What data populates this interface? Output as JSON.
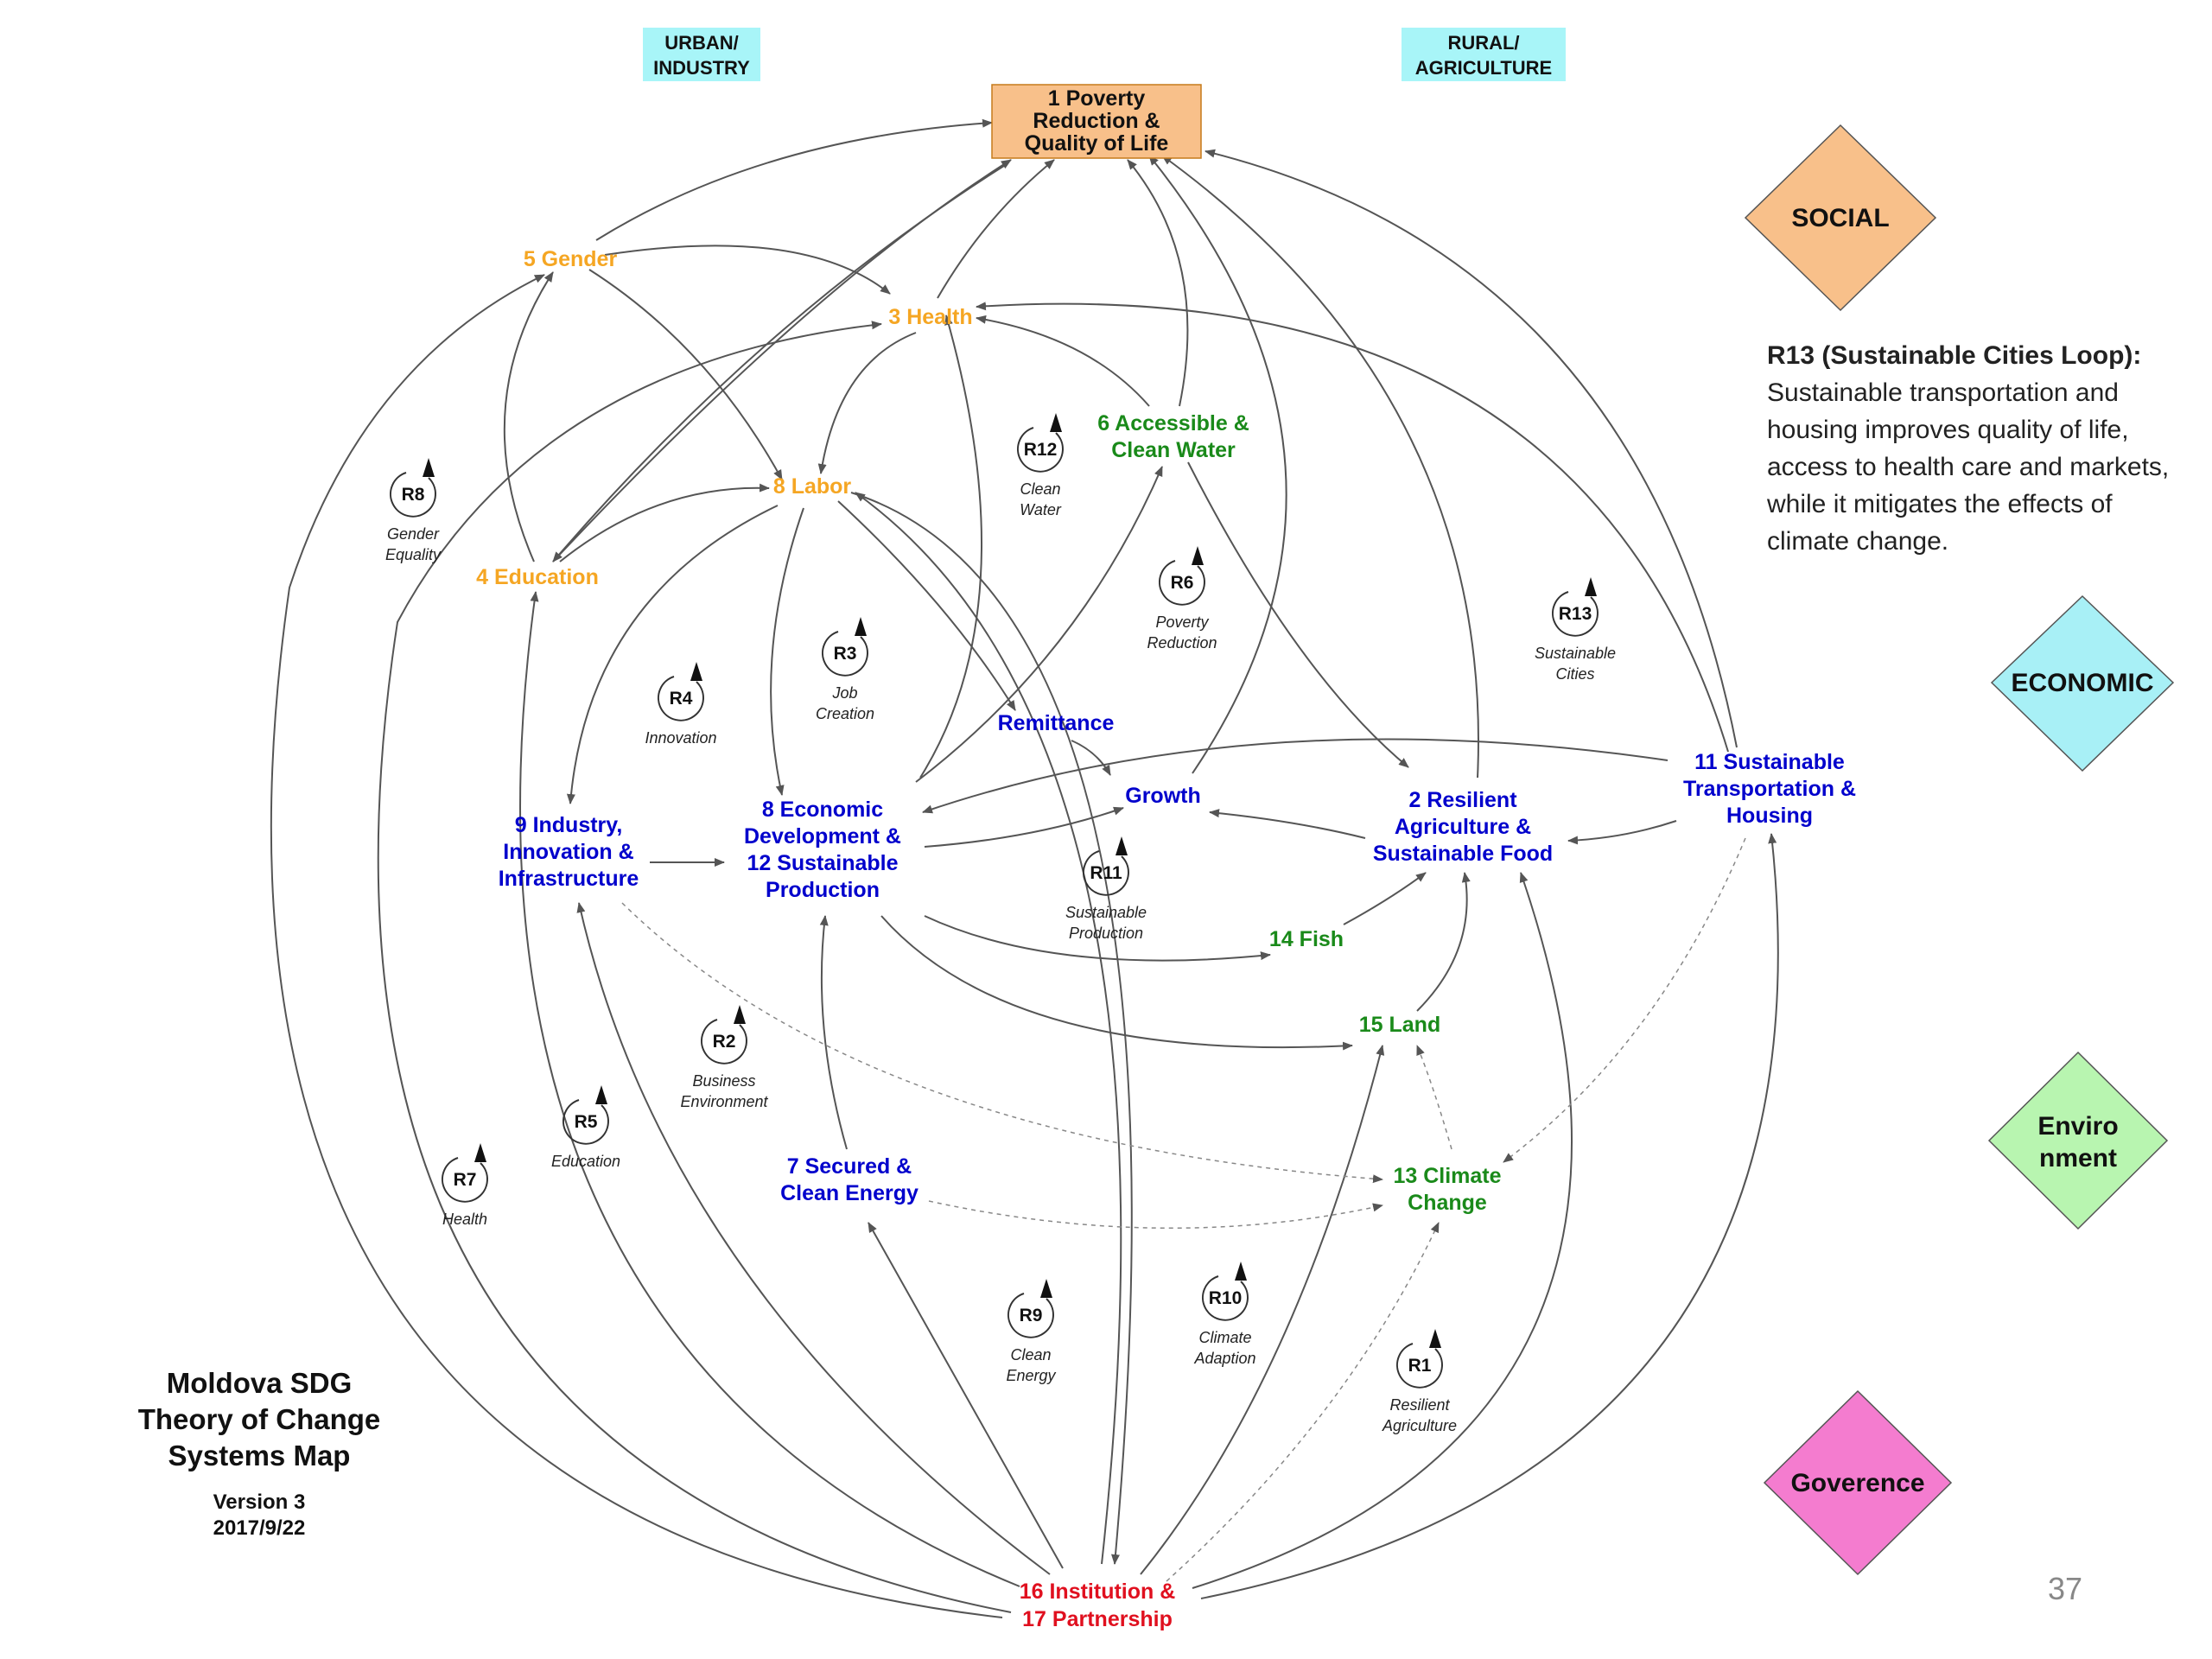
{
  "headers": {
    "urban": [
      "URBAN/",
      "INDUSTRY"
    ],
    "rural": [
      "RURAL/",
      "AGRICULTURE"
    ]
  },
  "colors": {
    "social": "#f5a623",
    "social_fill": "#f8c08a",
    "economic": "#0000cc",
    "economic_fill": "#a8f0f6",
    "environment": "#1a8a1a",
    "environment_fill": "#b8f5b0",
    "governance": "#e0101f",
    "governance_fill": "#f47ccf",
    "header_fill": "#a8f5f8"
  },
  "nodes": {
    "n1": [
      "1 Poverty",
      "Reduction &",
      "Quality of Life"
    ],
    "n5": [
      "5 Gender"
    ],
    "n3": [
      "3 Health"
    ],
    "n8l": [
      "8 Labor"
    ],
    "n4": [
      "4 Education"
    ],
    "n6": [
      "6 Accessible &",
      "Clean Water"
    ],
    "n9": [
      "9 Industry,",
      "Innovation &",
      "Infrastructure"
    ],
    "n8e": [
      "8 Economic",
      "Development &",
      "12 Sustainable",
      "Production"
    ],
    "remit": [
      "Remittance"
    ],
    "growth": [
      "Growth"
    ],
    "n2": [
      "2 Resilient",
      "Agriculture &",
      "Sustainable Food"
    ],
    "n11": [
      "11 Sustainable",
      "Transportation &",
      "Housing"
    ],
    "n14": [
      "14 Fish"
    ],
    "n15": [
      "15 Land"
    ],
    "n7": [
      "7 Secured &",
      "Clean Energy"
    ],
    "n13": [
      "13 Climate",
      "Change"
    ],
    "n16": [
      "16 Institution &",
      "17 Partnership"
    ]
  },
  "loops": [
    {
      "id": "R8",
      "caption": [
        "Gender",
        "Equality"
      ]
    },
    {
      "id": "R12",
      "caption": [
        "Clean",
        "Water"
      ]
    },
    {
      "id": "R6",
      "caption": [
        "Poverty",
        "Reduction"
      ]
    },
    {
      "id": "R13",
      "caption": [
        "Sustainable",
        "Cities"
      ]
    },
    {
      "id": "R3",
      "caption": [
        "Job",
        "Creation"
      ]
    },
    {
      "id": "R4",
      "caption": [
        "Innovation"
      ]
    },
    {
      "id": "R11",
      "caption": [
        "Sustainable",
        "Production"
      ]
    },
    {
      "id": "R2",
      "caption": [
        "Business",
        "Environment"
      ]
    },
    {
      "id": "R5",
      "caption": [
        "Education"
      ]
    },
    {
      "id": "R7",
      "caption": [
        "Health"
      ]
    },
    {
      "id": "R9",
      "caption": [
        "Clean",
        "Energy"
      ]
    },
    {
      "id": "R10",
      "caption": [
        "Climate",
        "Adaption"
      ]
    },
    {
      "id": "R1",
      "caption": [
        "Resilient",
        "Agriculture"
      ]
    }
  ],
  "legend": {
    "social": "SOCIAL",
    "economic": "ECONOMIC",
    "environment": [
      "Enviro",
      "nment"
    ],
    "governance": "Goverence"
  },
  "note": {
    "title": "R13 (Sustainable Cities Loop):",
    "body": "Sustainable transportation and housing improves quality of life, access to health care and markets, while it mitigates the effects of climate change."
  },
  "title_block": {
    "title": [
      "Moldova SDG",
      "Theory of Change",
      "Systems Map"
    ],
    "version": "Version 3",
    "date": "2017/9/22"
  },
  "page_number": "37"
}
